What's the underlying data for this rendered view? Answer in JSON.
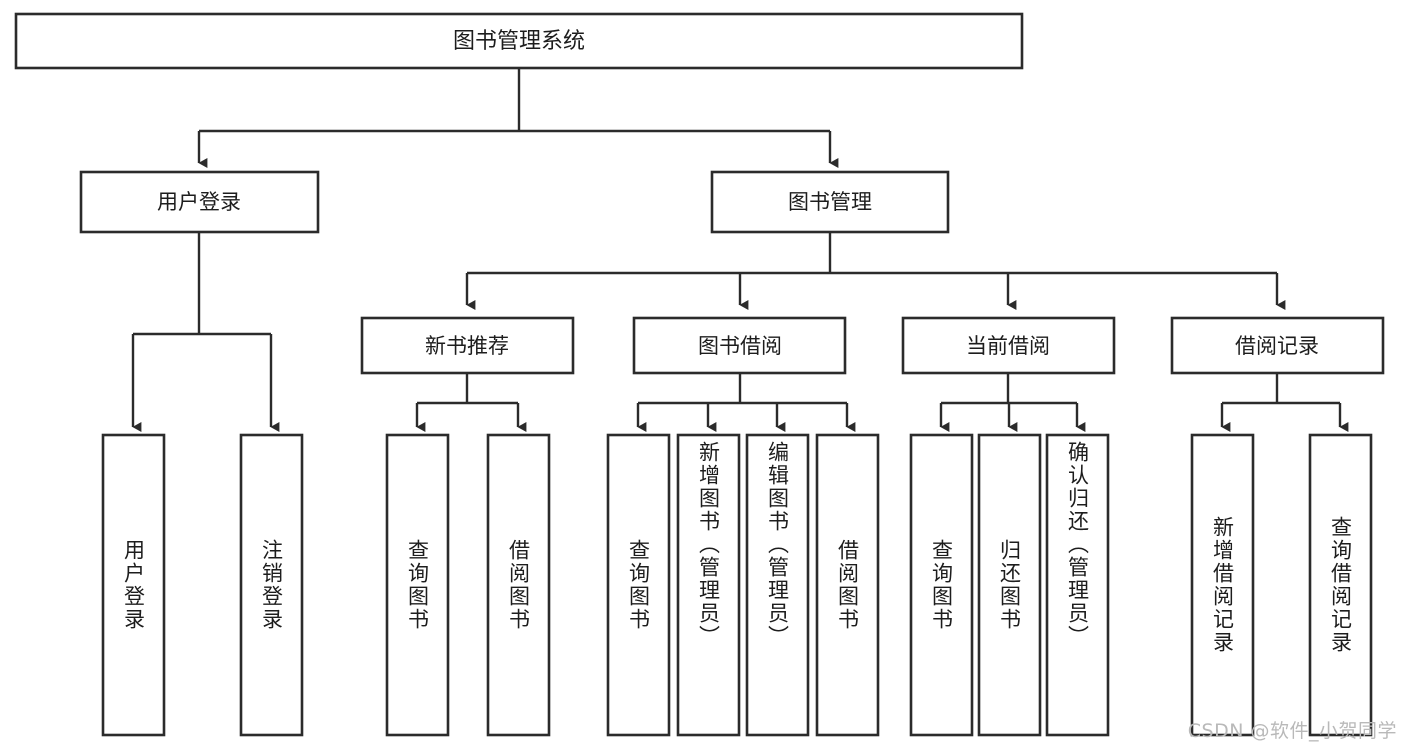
{
  "diagram": {
    "title": "图书管理系统",
    "type": "tree-hierarchy-diagram",
    "watermark": "CSDN @软件_小贺同学",
    "colors": {
      "stroke": "#2b2b2b",
      "fill": "#ffffff",
      "text": "#1d1d1d",
      "watermark": "#b9b9b9"
    },
    "root": {
      "id": "root",
      "label": "图书管理系统",
      "orientation": "horizontal"
    },
    "level1": [
      {
        "id": "user-login",
        "label": "用户登录",
        "orientation": "horizontal"
      },
      {
        "id": "book-management",
        "label": "图书管理",
        "orientation": "horizontal"
      }
    ],
    "level2": [
      {
        "id": "new-book-recommend",
        "label": "新书推荐",
        "orientation": "horizontal",
        "parent": "book-management"
      },
      {
        "id": "book-borrow",
        "label": "图书借阅",
        "orientation": "horizontal",
        "parent": "book-management"
      },
      {
        "id": "current-borrow",
        "label": "当前借阅",
        "orientation": "horizontal",
        "parent": "book-management"
      },
      {
        "id": "borrow-record",
        "label": "借阅记录",
        "orientation": "horizontal",
        "parent": "book-management"
      }
    ],
    "leaves": [
      {
        "id": "leaf-user-login",
        "label": "用户登录",
        "parent": "user-login",
        "orientation": "vertical",
        "align": "center"
      },
      {
        "id": "leaf-logout-login",
        "label": "注销登录",
        "parent": "user-login",
        "orientation": "vertical",
        "align": "center"
      },
      {
        "id": "leaf-query-book-1",
        "label": "查询图书",
        "parent": "new-book-recommend",
        "orientation": "vertical",
        "align": "center"
      },
      {
        "id": "leaf-borrow-book-1",
        "label": "借阅图书",
        "parent": "new-book-recommend",
        "orientation": "vertical",
        "align": "center"
      },
      {
        "id": "leaf-query-book-2",
        "label": "查询图书",
        "parent": "book-borrow",
        "orientation": "vertical",
        "align": "center"
      },
      {
        "id": "leaf-add-book-admin",
        "label": "新增图书（管理员）",
        "parent": "book-borrow",
        "orientation": "vertical",
        "align": "top"
      },
      {
        "id": "leaf-edit-book-admin",
        "label": "编辑图书（管理员）",
        "parent": "book-borrow",
        "orientation": "vertical",
        "align": "top"
      },
      {
        "id": "leaf-borrow-book-2",
        "label": "借阅图书",
        "parent": "book-borrow",
        "orientation": "vertical",
        "align": "center"
      },
      {
        "id": "leaf-query-book-3",
        "label": "查询图书",
        "parent": "current-borrow",
        "orientation": "vertical",
        "align": "center"
      },
      {
        "id": "leaf-return-book",
        "label": "归还图书",
        "parent": "current-borrow",
        "orientation": "vertical",
        "align": "center"
      },
      {
        "id": "leaf-confirm-return-admin",
        "label": "确认归还（管理员）",
        "parent": "current-borrow",
        "orientation": "vertical",
        "align": "top"
      },
      {
        "id": "leaf-add-borrow-record",
        "label": "新增借阅记录",
        "parent": "borrow-record",
        "orientation": "vertical",
        "align": "center"
      },
      {
        "id": "leaf-query-borrow-record",
        "label": "查询借阅记录",
        "parent": "borrow-record",
        "orientation": "vertical",
        "align": "center"
      }
    ]
  }
}
